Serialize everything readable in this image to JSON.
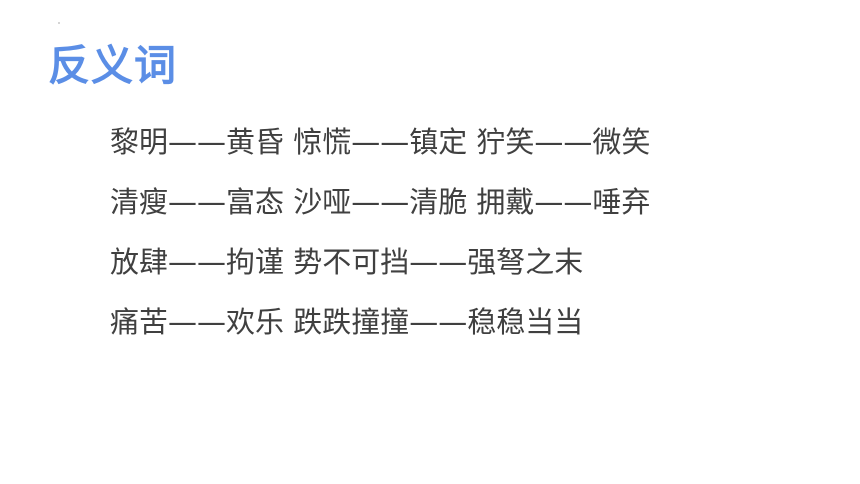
{
  "title": "反义词",
  "colors": {
    "title": "#5b8ee6",
    "text": "#404040",
    "background": "#ffffff"
  },
  "lines": [
    "黎明——黄昏 惊慌——镇定 狞笑——微笑",
    "清瘦——富态 沙哑——清脆 拥戴——唾弃",
    "放肆——拘谨 势不可挡——强弩之末",
    "痛苦——欢乐 跌跌撞撞——稳稳当当"
  ]
}
